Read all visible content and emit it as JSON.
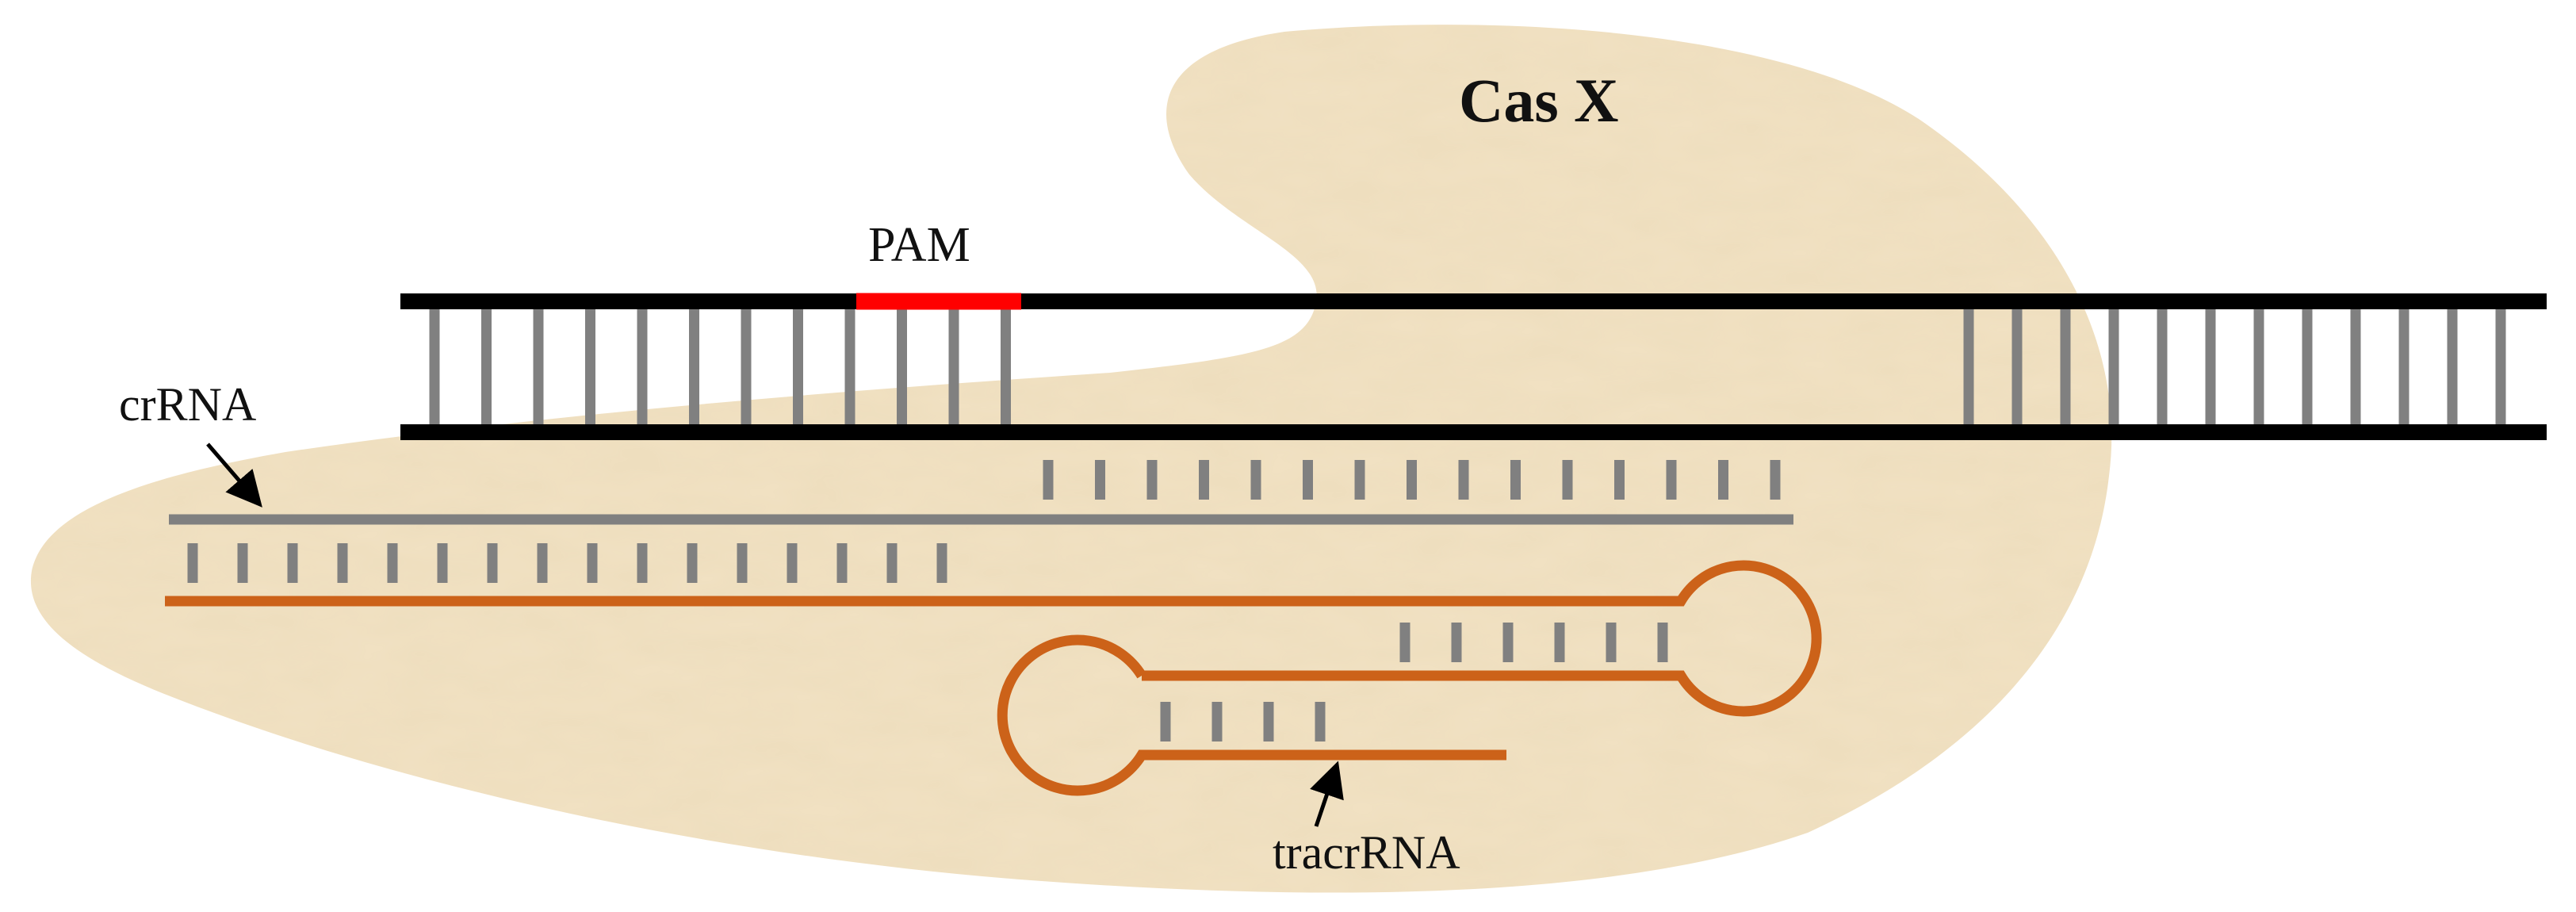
{
  "diagram": {
    "title": "Cas X",
    "labels": {
      "pam": "PAM",
      "crrna": "crRNA",
      "tracrrna": "tracrRNA"
    },
    "colors": {
      "protein_fill": "#F2E2C3",
      "dna_strand": "#000000",
      "base_pair": "#808080",
      "pam": "#FF0000",
      "crrna_strand": "#808080",
      "tracrrna_strand": "#CC6219",
      "text": "#111111"
    }
  }
}
